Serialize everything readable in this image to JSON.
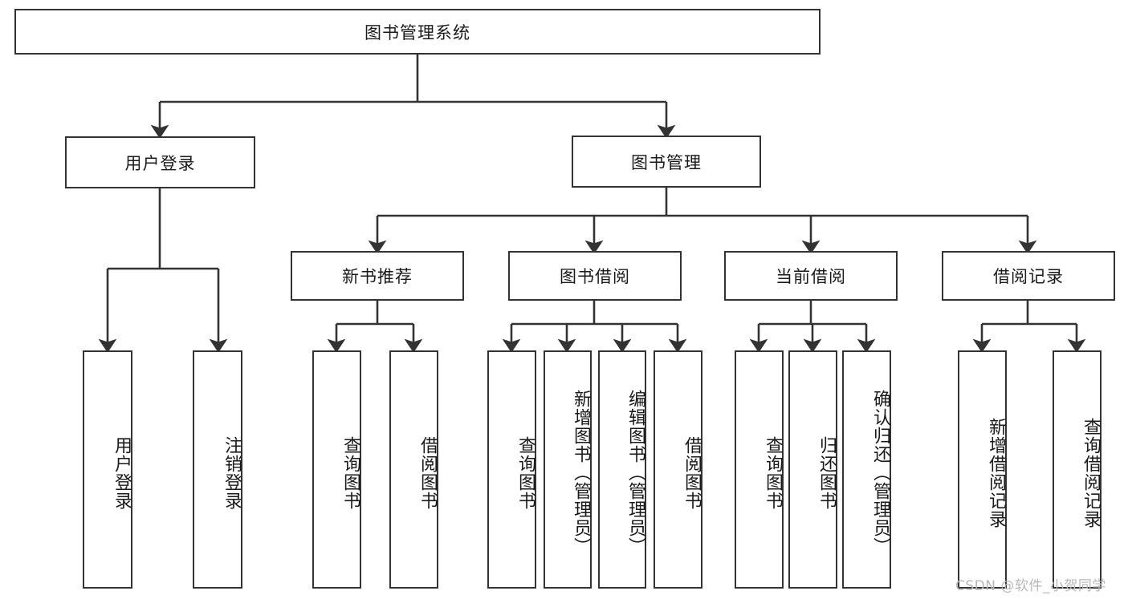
{
  "diagram": {
    "title": "图书管理系统",
    "type": "hierarchy-tree",
    "root": {
      "label": "图书管理系统"
    },
    "level2": [
      {
        "label": "用户登录"
      },
      {
        "label": "图书管理"
      }
    ],
    "level3": [
      {
        "label": "新书推荐"
      },
      {
        "label": "图书借阅"
      },
      {
        "label": "当前借阅"
      },
      {
        "label": "借阅记录"
      }
    ],
    "leaves": [
      {
        "label": "用户登录",
        "parent": "用户登录"
      },
      {
        "label": "注销登录",
        "parent": "用户登录"
      },
      {
        "label": "查询图书",
        "parent": "新书推荐"
      },
      {
        "label": "借阅图书",
        "parent": "新书推荐"
      },
      {
        "label": "查询图书",
        "parent": "图书借阅"
      },
      {
        "label": "新增图书（管理员）",
        "parent": "图书借阅"
      },
      {
        "label": "编辑图书（管理员）",
        "parent": "图书借阅"
      },
      {
        "label": "借阅图书",
        "parent": "图书借阅"
      },
      {
        "label": "查询图书",
        "parent": "当前借阅"
      },
      {
        "label": "归还图书",
        "parent": "当前借阅"
      },
      {
        "label": "确认归还（管理员）",
        "parent": "当前借阅"
      },
      {
        "label": "新增借阅记录",
        "parent": "借阅记录"
      },
      {
        "label": "查询借阅记录",
        "parent": "借阅记录"
      }
    ]
  },
  "watermark": {
    "text": "CSDN @软件_小贺同学"
  },
  "colors": {
    "border": "#333333",
    "background": "#ffffff",
    "text": "#1a1a1a",
    "watermark": "#b8b8b8"
  }
}
